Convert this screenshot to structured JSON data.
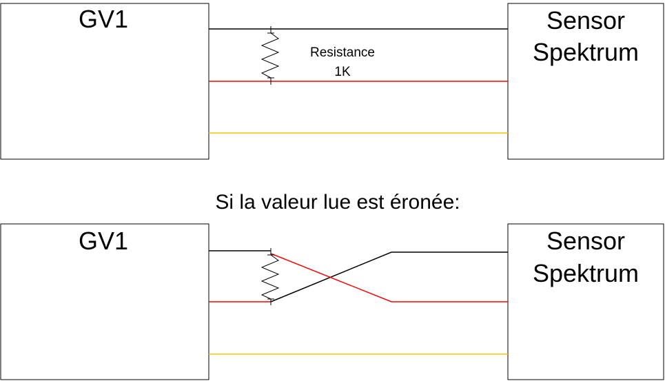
{
  "top": {
    "left_box": "GV1",
    "right_box_line1": "Sensor",
    "right_box_line2": "Spektrum",
    "resistor_label": "Resistance",
    "resistor_value": "1K"
  },
  "caption": "Si la valeur lue est éronée:",
  "bottom": {
    "left_box": "GV1",
    "right_box_line1": "Sensor",
    "right_box_line2": "Spektrum"
  },
  "colors": {
    "wire_black": "#000000",
    "wire_red": "#ff0000",
    "wire_yellow": "#ffc000"
  }
}
